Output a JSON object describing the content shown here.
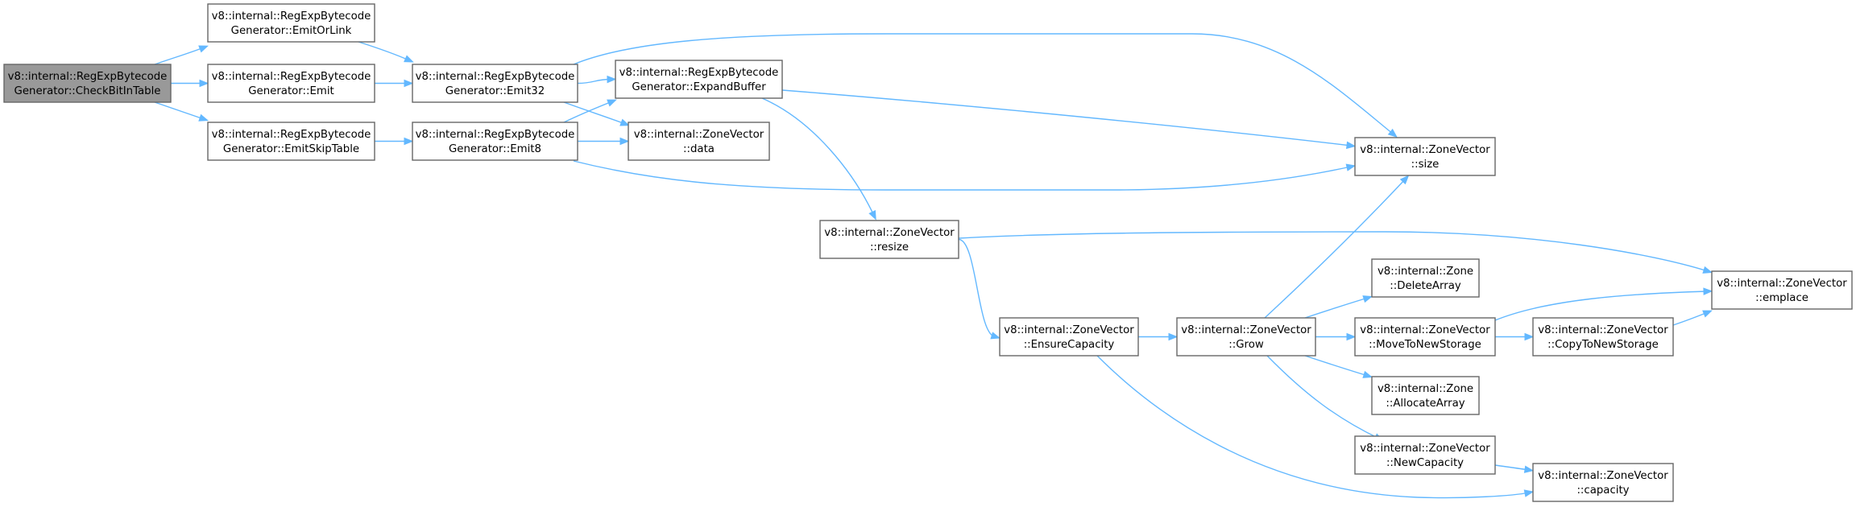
{
  "diagram": {
    "type": "call-graph",
    "colors": {
      "edge": "#63b8ff",
      "node_border": "#666666",
      "root_fill": "#999999",
      "node_fill": "#ffffff"
    },
    "nodes": [
      {
        "id": "checkbit",
        "root": true,
        "lines": [
          "v8::internal::RegExpBytecode",
          "Generator::CheckBitInTable"
        ]
      },
      {
        "id": "emitorlink",
        "lines": [
          "v8::internal::RegExpBytecode",
          "Generator::EmitOrLink"
        ]
      },
      {
        "id": "emit",
        "lines": [
          "v8::internal::RegExpBytecode",
          "Generator::Emit"
        ]
      },
      {
        "id": "emitskip",
        "lines": [
          "v8::internal::RegExpBytecode",
          "Generator::EmitSkipTable"
        ]
      },
      {
        "id": "emit32",
        "lines": [
          "v8::internal::RegExpBytecode",
          "Generator::Emit32"
        ]
      },
      {
        "id": "emit8",
        "lines": [
          "v8::internal::RegExpBytecode",
          "Generator::Emit8"
        ]
      },
      {
        "id": "expand",
        "lines": [
          "v8::internal::RegExpBytecode",
          "Generator::ExpandBuffer"
        ]
      },
      {
        "id": "data",
        "lines": [
          "v8::internal::ZoneVector",
          "::data"
        ]
      },
      {
        "id": "size",
        "lines": [
          "v8::internal::ZoneVector",
          "::size"
        ]
      },
      {
        "id": "resize",
        "lines": [
          "v8::internal::ZoneVector",
          "::resize"
        ]
      },
      {
        "id": "ensure",
        "lines": [
          "v8::internal::ZoneVector",
          "::EnsureCapacity"
        ]
      },
      {
        "id": "grow",
        "lines": [
          "v8::internal::ZoneVector",
          "::Grow"
        ]
      },
      {
        "id": "delete",
        "lines": [
          "v8::internal::Zone",
          "::DeleteArray"
        ]
      },
      {
        "id": "move",
        "lines": [
          "v8::internal::ZoneVector",
          "::MoveToNewStorage"
        ]
      },
      {
        "id": "allocate",
        "lines": [
          "v8::internal::Zone",
          "::AllocateArray"
        ]
      },
      {
        "id": "newcap",
        "lines": [
          "v8::internal::ZoneVector",
          "::NewCapacity"
        ]
      },
      {
        "id": "copy",
        "lines": [
          "v8::internal::ZoneVector",
          "::CopyToNewStorage"
        ]
      },
      {
        "id": "emplace",
        "lines": [
          "v8::internal::ZoneVector",
          "::emplace"
        ]
      },
      {
        "id": "capacity",
        "lines": [
          "v8::internal::ZoneVector",
          "::capacity"
        ]
      }
    ],
    "edges": [
      {
        "from": "checkbit",
        "to": "emitorlink"
      },
      {
        "from": "checkbit",
        "to": "emit"
      },
      {
        "from": "checkbit",
        "to": "emitskip"
      },
      {
        "from": "emitorlink",
        "to": "emit32"
      },
      {
        "from": "emit",
        "to": "emit32"
      },
      {
        "from": "emitskip",
        "to": "emit8"
      },
      {
        "from": "emit32",
        "to": "expand"
      },
      {
        "from": "emit32",
        "to": "data"
      },
      {
        "from": "emit32",
        "to": "size"
      },
      {
        "from": "emit8",
        "to": "expand"
      },
      {
        "from": "emit8",
        "to": "data"
      },
      {
        "from": "emit8",
        "to": "size"
      },
      {
        "from": "expand",
        "to": "size"
      },
      {
        "from": "expand",
        "to": "resize"
      },
      {
        "from": "resize",
        "to": "emplace"
      },
      {
        "from": "resize",
        "to": "ensure"
      },
      {
        "from": "ensure",
        "to": "grow"
      },
      {
        "from": "ensure",
        "to": "capacity"
      },
      {
        "from": "grow",
        "to": "size"
      },
      {
        "from": "grow",
        "to": "delete"
      },
      {
        "from": "grow",
        "to": "move"
      },
      {
        "from": "grow",
        "to": "allocate"
      },
      {
        "from": "grow",
        "to": "newcap"
      },
      {
        "from": "move",
        "to": "emplace"
      },
      {
        "from": "move",
        "to": "copy"
      },
      {
        "from": "copy",
        "to": "emplace"
      },
      {
        "from": "newcap",
        "to": "capacity"
      }
    ]
  }
}
